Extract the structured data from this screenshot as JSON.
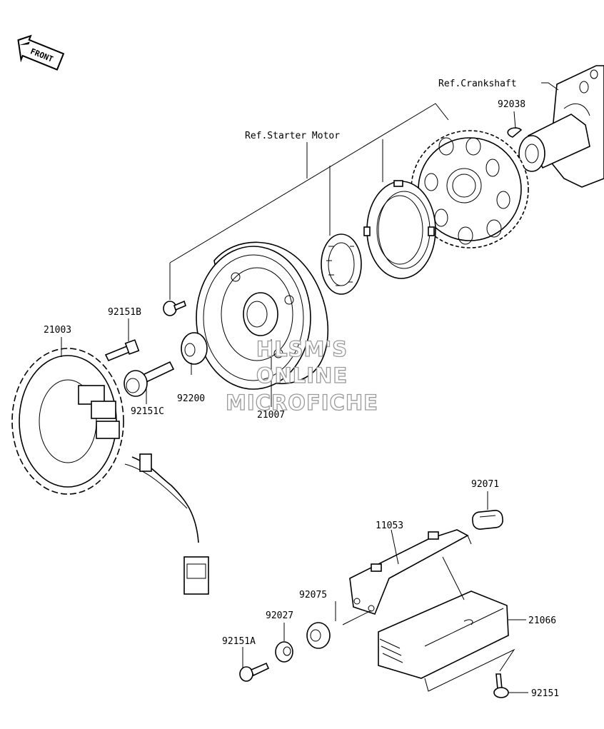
{
  "front_badge": "FRONT",
  "refs": {
    "crankshaft": "Ref.Crankshaft",
    "starter_motor": "Ref.Starter Motor"
  },
  "parts": {
    "p92038": "92038",
    "p92151B": "92151B",
    "p21003": "21003",
    "p92200": "92200",
    "p92151C": "92151C",
    "p21007": "21007",
    "p92071": "92071",
    "p11053": "11053",
    "p92075": "92075",
    "p92027": "92027",
    "p21066": "21066",
    "p92151A": "92151A",
    "p92151": "92151"
  },
  "watermark": {
    "line1": "HLSM'S",
    "line2": "ONLINE",
    "line3": "MICROFICHE"
  },
  "colors": {
    "ink": "#000000",
    "watermark_outline": "#9a9a9a",
    "background": "#ffffff"
  }
}
